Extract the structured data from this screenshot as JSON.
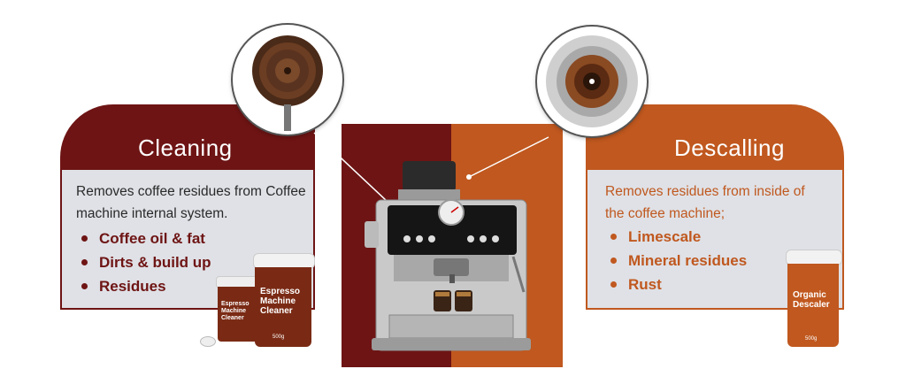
{
  "cleaning": {
    "title": "Cleaning",
    "description": "Removes coffee  residues from Coffee machine internal system.",
    "bullets": [
      "Coffee oil & fat",
      "Dirts & build up",
      "Residues"
    ]
  },
  "descaling": {
    "title": "Descalling",
    "description": "Removes residues from inside of the coffee machine;",
    "bullets": [
      "Limescale",
      "Mineral residues",
      "Rust"
    ]
  },
  "products": {
    "cleaner_large": {
      "line1": "Espresso",
      "line2": "Machine",
      "line3": "Cleaner",
      "weight": "500g"
    },
    "cleaner_small": {
      "line1": "Espresso",
      "line2": "Machine",
      "line3": "Cleaner"
    },
    "descaler": {
      "line1": "Organic",
      "line2": "Descaler",
      "weight": "500g"
    }
  },
  "colors": {
    "cleaning": "#6e1414",
    "descaling": "#c0581f",
    "panel": "#dfe1e6"
  }
}
